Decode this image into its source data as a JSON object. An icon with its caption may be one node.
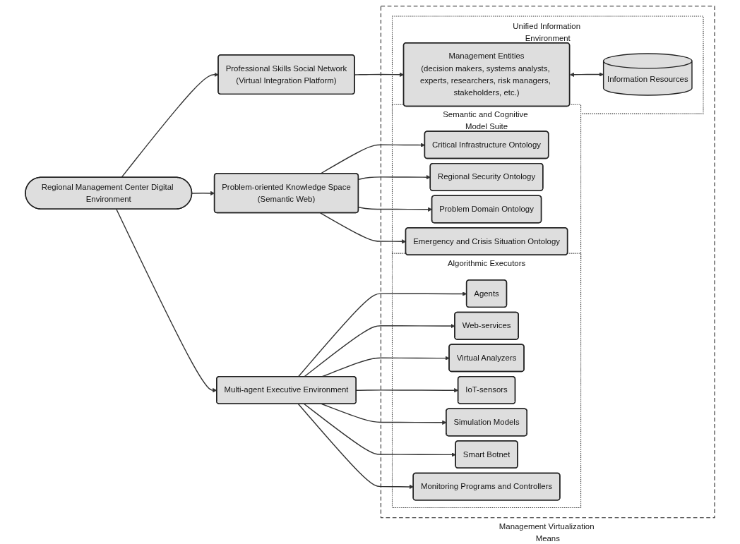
{
  "diagram": {
    "nodes": [
      {
        "text": [
          "Regional Management Center Digital Environment"
        ]
      },
      {
        "text": [
          "Multi-agent Executive Environment"
        ]
      },
      {
        "text": [
          "Problem-oriented Knowledge Space",
          "(Semantic Web)"
        ]
      },
      {
        "text": [
          "Professional Skills Social Network",
          "(Virtual Integration Platform)"
        ]
      },
      {
        "text": [
          "Management Virtualization Means"
        ]
      },
      {
        "text": [
          "Algorithmic Executors"
        ],
        "in": 4
      },
      {
        "text": [
          "Agents"
        ],
        "in": 5
      },
      {
        "text": [
          "Web-services"
        ],
        "in": 5
      },
      {
        "text": [
          "Virtual Analyzers"
        ],
        "in": 5
      },
      {
        "text": [
          "IoT-sensors"
        ],
        "in": 5
      },
      {
        "text": [
          "Simulation Models"
        ],
        "in": 5
      },
      {
        "text": [
          "Smart Botnet"
        ],
        "in": 5
      },
      {
        "text": [
          "Monitoring Programs and Controllers"
        ],
        "in": 5
      },
      {
        "text": [
          "Semantic and Cognitive Model Suite"
        ],
        "in": 4
      },
      {
        "text": [
          "Critical Infrastructure Ontology"
        ],
        "in": 13
      },
      {
        "text": [
          "Regional Security Ontology"
        ],
        "in": 13
      },
      {
        "text": [
          "Problem Domain Ontology"
        ],
        "in": 13
      },
      {
        "text": [
          "Emergency and Crisis Situation Ontology"
        ],
        "in": 13
      },
      {
        "text": [
          "Unified Information Environment"
        ],
        "in": 4
      },
      {
        "text": [
          "Management Entities",
          "(decision makers, systems analysts, experts, researchers, risk managers, stakeholders, etc.)"
        ],
        "in": 18
      },
      {
        "text": [
          "Information Resources"
        ],
        "in": 18
      }
    ],
    "edges": [
      {
        "from": 0,
        "to": 1,
        "arrow": "to"
      },
      {
        "from": 0,
        "to": 2,
        "arrow": "to"
      },
      {
        "from": 0,
        "to": 3,
        "arrow": "to"
      },
      {
        "from": 1,
        "to": 6,
        "arrow": "to"
      },
      {
        "from": 1,
        "to": 7,
        "arrow": "to"
      },
      {
        "from": 1,
        "to": 8,
        "arrow": "to"
      },
      {
        "from": 1,
        "to": 9,
        "arrow": "to"
      },
      {
        "from": 1,
        "to": 10,
        "arrow": "to"
      },
      {
        "from": 1,
        "to": 11,
        "arrow": "to"
      },
      {
        "from": 1,
        "to": 12,
        "arrow": "to"
      },
      {
        "from": 2,
        "to": 14,
        "arrow": "to"
      },
      {
        "from": 2,
        "to": 15,
        "arrow": "to"
      },
      {
        "from": 2,
        "to": 16,
        "arrow": "to"
      },
      {
        "from": 2,
        "to": 17,
        "arrow": "to"
      },
      {
        "from": 3,
        "to": 19,
        "arrow": "to"
      },
      {
        "from": 19,
        "to": 20,
        "arrow": "both"
      }
    ]
  }
}
